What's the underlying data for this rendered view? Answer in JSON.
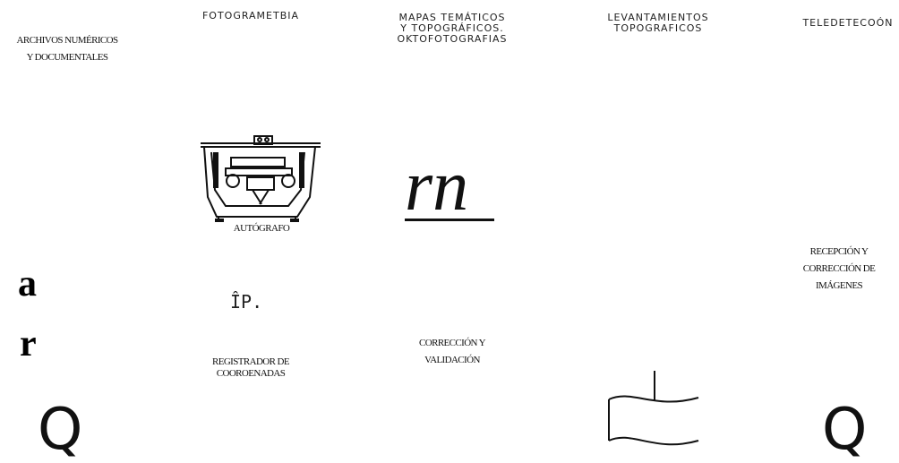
{
  "columns": {
    "archivos": "ARCHIVOS NUMÉRICOS\nY DOCUMENTALES",
    "fotogrametria": "FOTOGRAMETBIA",
    "mapas": "MAPAS TEMÁTICOS\nY TOPOGRÁFICOS.\nOKTOFOTOGRAFIAS",
    "levantamientos": "LEVANTAMIENTOS\nTOPOGRAFICOS",
    "teledeteccion": "TELEDETECOÓN"
  },
  "labels": {
    "autografo": "AUTÓGRAFO",
    "registrador": "REGISTRADOR DE\nCOOROENADAS",
    "correccion": "CORRECCIÓN Y\nVALIDACIÓN",
    "recepcion": "RECEPCIÓN Y\nCORRECCIÓN DE\nIMÁGENES"
  },
  "symbols": {
    "letter_a": "a",
    "letter_r": "r",
    "ip": "ÎP.",
    "rn": "rn",
    "q_left": "Q",
    "q_right": "Q"
  },
  "icons": [
    "autografo-machine-icon",
    "tape-reel-icon"
  ]
}
